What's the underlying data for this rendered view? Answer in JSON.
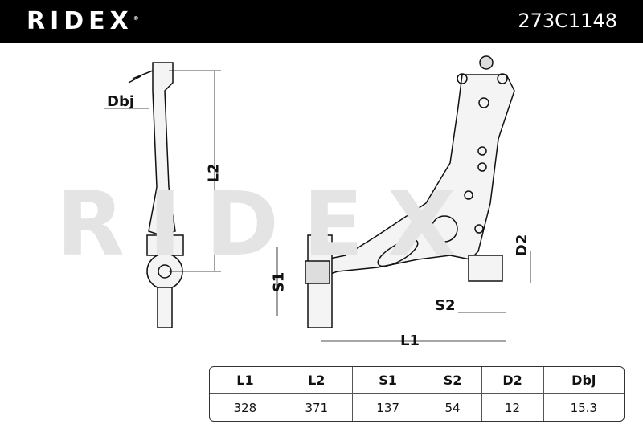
{
  "header": {
    "brand": "RIDEX",
    "part_number": "273C1148"
  },
  "watermark": "RIDEX",
  "dimension_labels": {
    "dbj": "Dbj",
    "l2": "L2",
    "s1": "S1",
    "s2": "S2",
    "d2": "D2",
    "l1": "L1"
  },
  "spec_table": {
    "headers": [
      "L1",
      "L2",
      "S1",
      "S2",
      "D2",
      "Dbj"
    ],
    "values": [
      "328",
      "371",
      "137",
      "54",
      "12",
      "15.3"
    ]
  }
}
